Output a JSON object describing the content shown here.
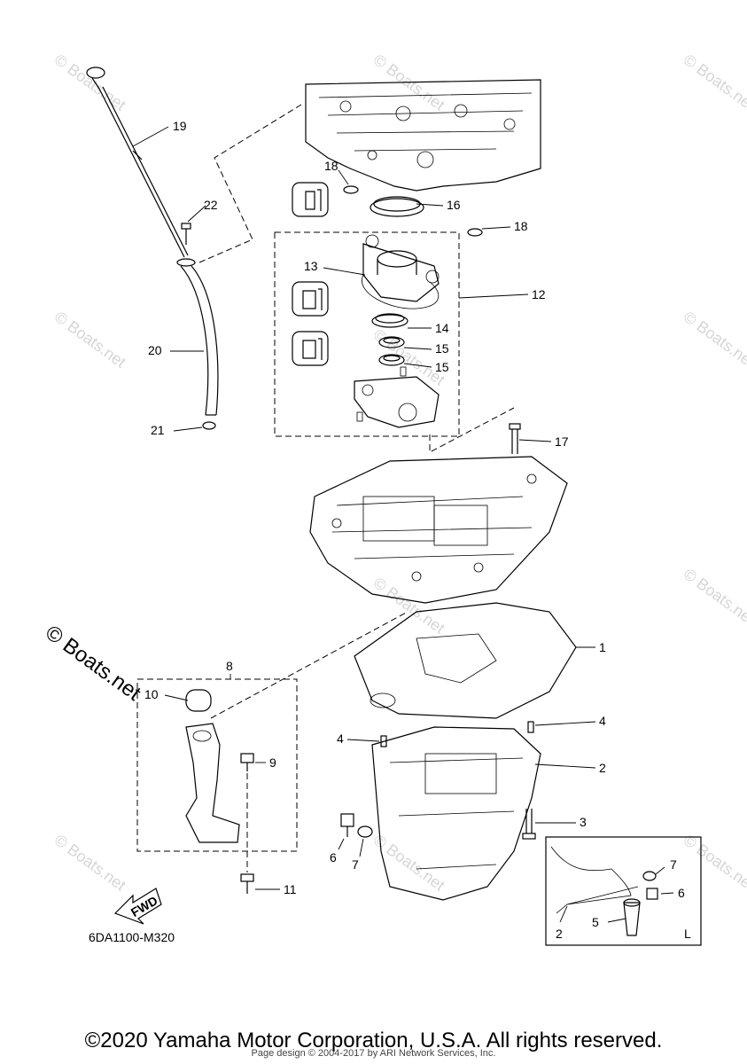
{
  "labels": {
    "l1": "1",
    "l2": "2",
    "l2b": "2",
    "l3": "3",
    "l4a": "4",
    "l4b": "4",
    "l5": "5",
    "l6a": "6",
    "l6b": "6",
    "l7a": "7",
    "l7b": "7",
    "l8": "8",
    "l9": "9",
    "l10": "10",
    "l11": "11",
    "l12": "12",
    "l13": "13",
    "l14": "14",
    "l15a": "15",
    "l15b": "15",
    "l16": "16",
    "l17": "17",
    "l18a": "18",
    "l18b": "18",
    "l19": "19",
    "l20": "20",
    "l21": "21",
    "l22": "22"
  },
  "diagram_code": "6DA1100-M320",
  "fwd_label": "FWD",
  "inset_label": "L",
  "watermark": "© Boats.net",
  "brand_watermark": "© Boats.net",
  "copyright": "©2020 Yamaha Motor Corporation, U.S.A. All rights reserved.",
  "page_design": "Page design © 2004-2017 by ARI Network Services, Inc."
}
